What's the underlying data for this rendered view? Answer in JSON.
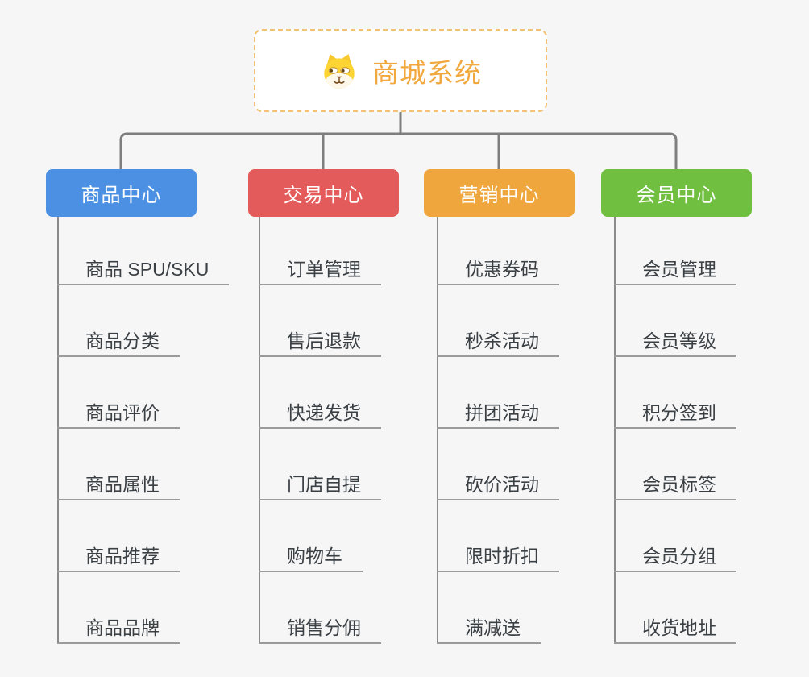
{
  "root": {
    "title": "商城系统",
    "icon": "dog-face-icon"
  },
  "branches": [
    {
      "label": "商品中心",
      "color": "#4b90e2",
      "items": [
        "商品 SPU/SKU",
        "商品分类",
        "商品评价",
        "商品属性",
        "商品推荐",
        "商品品牌"
      ]
    },
    {
      "label": "交易中心",
      "color": "#e45b5b",
      "items": [
        "订单管理",
        "售后退款",
        "快递发货",
        "门店自提",
        "购物车",
        "销售分佣"
      ]
    },
    {
      "label": "营销中心",
      "color": "#efa73d",
      "items": [
        "优惠券码",
        "秒杀活动",
        "拼团活动",
        "砍价活动",
        "限时折扣",
        "满减送"
      ]
    },
    {
      "label": "会员中心",
      "color": "#70bf41",
      "items": [
        "会员管理",
        "会员等级",
        "积分签到",
        "会员标签",
        "会员分组",
        "收货地址"
      ]
    }
  ],
  "colors": {
    "background": "#f6f6f6",
    "root_text": "#f1a83e",
    "root_border": "#f2c173",
    "connector": "#7e7e7e",
    "column_spine": "#8b8b8b",
    "item_underline": "#9b9b9b",
    "item_text": "#3b4045"
  }
}
